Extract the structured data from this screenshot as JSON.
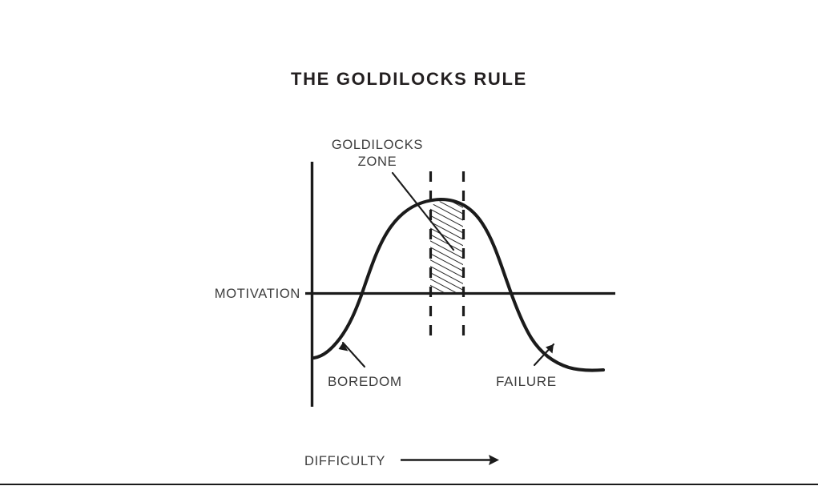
{
  "figure": {
    "title": "THE GOLDILOCKS RULE",
    "background_color": "#ffffff",
    "ink_color": "#1b1b1b",
    "text_color": "#3c3c3c",
    "title_color": "#231f20"
  },
  "labels": {
    "y_axis": "MOTIVATION",
    "x_axis": "DIFFICULTY",
    "callout_line1": "GOLDILOCKS",
    "callout_line2": "ZONE",
    "annotation_left": "BOREDOM",
    "annotation_right": "FAILURE"
  },
  "icons": {
    "x_axis_arrow": "arrow-right-icon",
    "boredom_pointer": "arrow-up-left-icon",
    "failure_pointer": "arrow-up-right-icon",
    "callout_leader": "leader-line-icon"
  },
  "chart_data": {
    "type": "line",
    "title": "THE GOLDILOCKS RULE",
    "xlabel": "DIFFICULTY",
    "ylabel": "MOTIVATION",
    "grid": false,
    "legend": null,
    "axes": {
      "x_axis_direction": "increasing right",
      "y_axis_zero_line": true,
      "x_range_note": "unlabeled, increases left to right",
      "y_range_note": "unlabeled, zero line at MOTIVATION baseline"
    },
    "description": "An inverted-U curve of motivation versus task difficulty. Motivation is negative for tasks that are too easy (boredom), peaks in a shaded Goldilocks Zone of moderate difficulty, and falls negative again for tasks that are too hard (failure).",
    "curve_points": [
      {
        "x": 0.0,
        "y": -0.42
      },
      {
        "x": 0.04,
        "y": -0.38
      },
      {
        "x": 0.09,
        "y": -0.28
      },
      {
        "x": 0.14,
        "y": -0.14
      },
      {
        "x": 0.17,
        "y": 0.0
      },
      {
        "x": 0.23,
        "y": 0.24
      },
      {
        "x": 0.3,
        "y": 0.52
      },
      {
        "x": 0.38,
        "y": 0.75
      },
      {
        "x": 0.45,
        "y": 0.92
      },
      {
        "x": 0.5,
        "y": 1.0
      },
      {
        "x": 0.56,
        "y": 0.99
      },
      {
        "x": 0.62,
        "y": 0.9
      },
      {
        "x": 0.7,
        "y": 0.68
      },
      {
        "x": 0.76,
        "y": 0.4
      },
      {
        "x": 0.8,
        "y": 0.14
      },
      {
        "x": 0.82,
        "y": 0.0
      },
      {
        "x": 0.86,
        "y": -0.2
      },
      {
        "x": 0.91,
        "y": -0.34
      },
      {
        "x": 0.96,
        "y": -0.42
      },
      {
        "x": 1.0,
        "y": -0.45
      }
    ],
    "shaded_region": {
      "label": "GOLDILOCKS ZONE",
      "fill": "diagonal-hatch",
      "x_start": 0.405,
      "x_end": 0.52,
      "boundary_style": "dashed vertical lines",
      "baseline": 0.0
    },
    "annotations": [
      {
        "text": "BOREDOM",
        "points_to": "rising left tail of curve",
        "x": 0.07,
        "y": -0.33
      },
      {
        "text": "FAILURE",
        "points_to": "falling right tail of curve",
        "x": 0.88,
        "y": -0.3
      },
      {
        "text": "GOLDILOCKS ZONE",
        "points_to": "shaded peak region",
        "x": 0.28,
        "y": 1.38
      }
    ]
  }
}
